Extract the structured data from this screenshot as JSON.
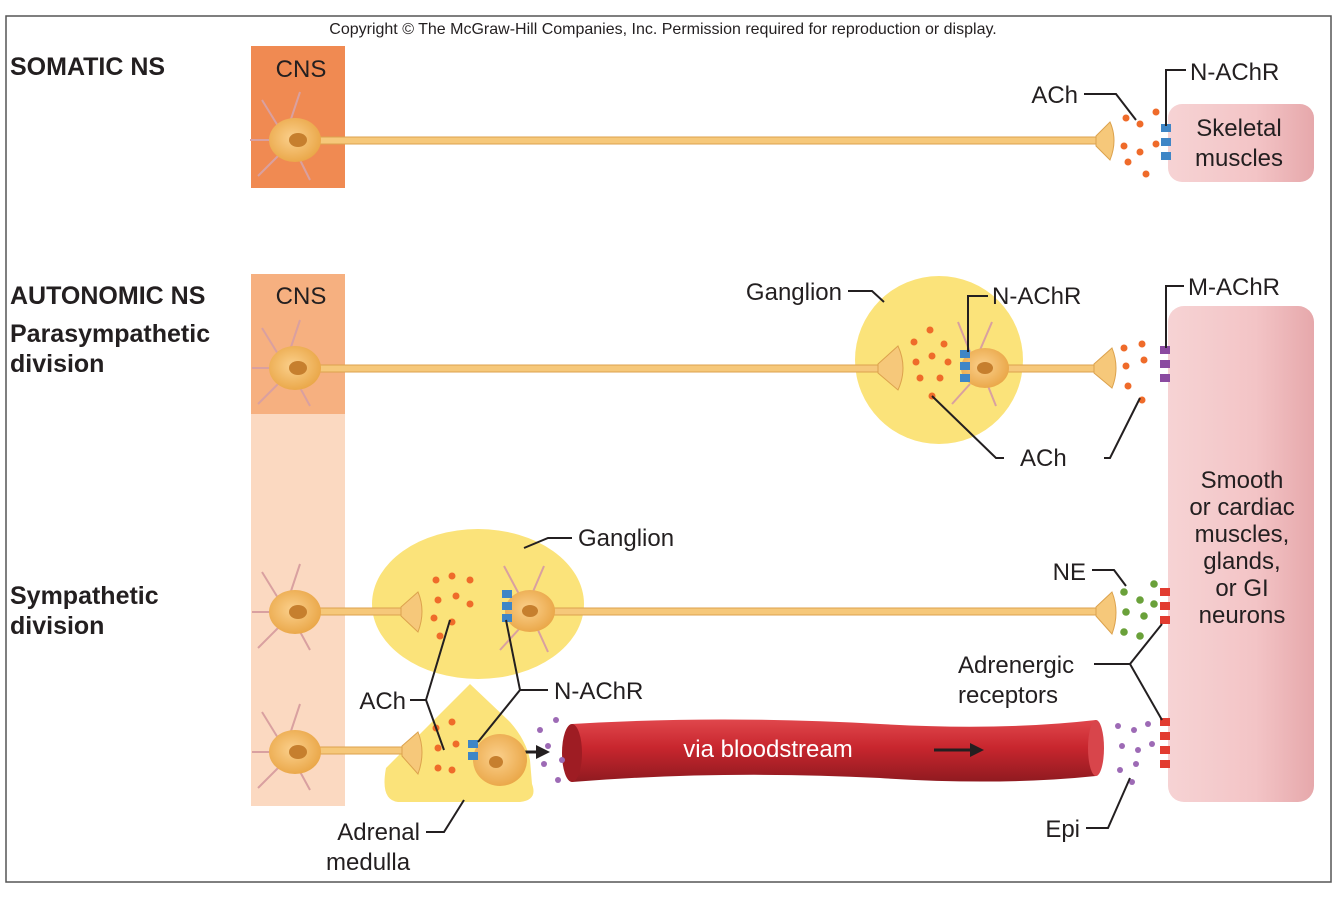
{
  "copyright": "Copyright © The McGraw-Hill Companies, Inc. Permission required for reproduction or display.",
  "sections": {
    "somatic": "SOMATIC NS",
    "autonomic": "AUTONOMIC NS",
    "parasympathetic": [
      "Parasympathetic",
      "division"
    ],
    "sympathetic": [
      "Sympathetic",
      "division"
    ]
  },
  "cns_label": "CNS",
  "labels": {
    "ach": "ACh",
    "n_achr": "N-AChR",
    "m_achr": "M-AChR",
    "ganglion": "Ganglion",
    "ne": "NE",
    "epi": "Epi",
    "adrenergic_receptors": [
      "Adrenergic",
      "receptors"
    ],
    "adrenal_medulla": [
      "Adrenal",
      "medulla"
    ],
    "bloodstream": "via bloodstream"
  },
  "targets": {
    "skeletal": [
      "Skeletal",
      "muscles"
    ],
    "smooth": [
      "Smooth",
      "or cardiac",
      "muscles,",
      "glands,",
      "or GI",
      "neurons"
    ]
  },
  "colors": {
    "cns_dark": "#f08a52",
    "cns_mid": "#f6b080",
    "cns_light": "#fbd9c1",
    "axon": "#f6c87a",
    "neuron": "#f4b65c",
    "ganglion": "#fbe37a",
    "muscle": "#f3c4c6",
    "vessel": "#c8262e",
    "ach_dot": "#ef6b2a",
    "n_receptor": "#3f86c6",
    "m_receptor": "#8b4aa0",
    "adr_receptor": "#e23b30",
    "ne_dot": "#6aa13a",
    "epi_dot": "#9d6ab5"
  }
}
